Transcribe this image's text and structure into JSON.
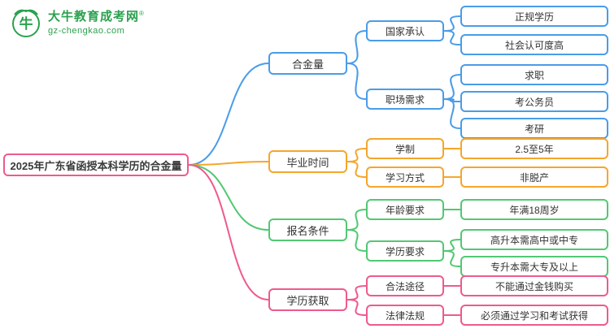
{
  "page": {
    "background": "#ffffff"
  },
  "logo": {
    "brand": "大牛教育成考网",
    "reg_mark": "®",
    "domain": "gz-chengkao.com",
    "icon": "bull-icon",
    "color": "#2aa14e"
  },
  "root": {
    "label": "2025年广东省函授本科学历的合金量",
    "color": "#ee5a8e"
  },
  "branches": [
    {
      "label": "合金量",
      "color": "#4a9ce8",
      "children": [
        {
          "label": "国家承认",
          "children": [
            {
              "label": "正规学历"
            },
            {
              "label": "社会认可度高"
            }
          ]
        },
        {
          "label": "职场需求",
          "children": [
            {
              "label": "求职"
            },
            {
              "label": "考公务员"
            },
            {
              "label": "考研"
            }
          ]
        }
      ]
    },
    {
      "label": "毕业时间",
      "color": "#f5a62c",
      "children": [
        {
          "label": "学制",
          "children": [
            {
              "label": "2.5至5年"
            }
          ]
        },
        {
          "label": "学习方式",
          "children": [
            {
              "label": "非脱产"
            }
          ]
        }
      ]
    },
    {
      "label": "报名条件",
      "color": "#52c873",
      "children": [
        {
          "label": "年龄要求",
          "children": [
            {
              "label": "年满18周岁"
            }
          ]
        },
        {
          "label": "学历要求",
          "children": [
            {
              "label": "高升本需高中或中专"
            },
            {
              "label": "专升本需大专及以上"
            }
          ]
        }
      ]
    },
    {
      "label": "学历获取",
      "color": "#ee5a8e",
      "children": [
        {
          "label": "合法途径",
          "children": [
            {
              "label": "不能通过金钱购买"
            }
          ]
        },
        {
          "label": "法律法规",
          "children": [
            {
              "label": "必须通过学习和考试获得"
            }
          ]
        }
      ]
    }
  ]
}
